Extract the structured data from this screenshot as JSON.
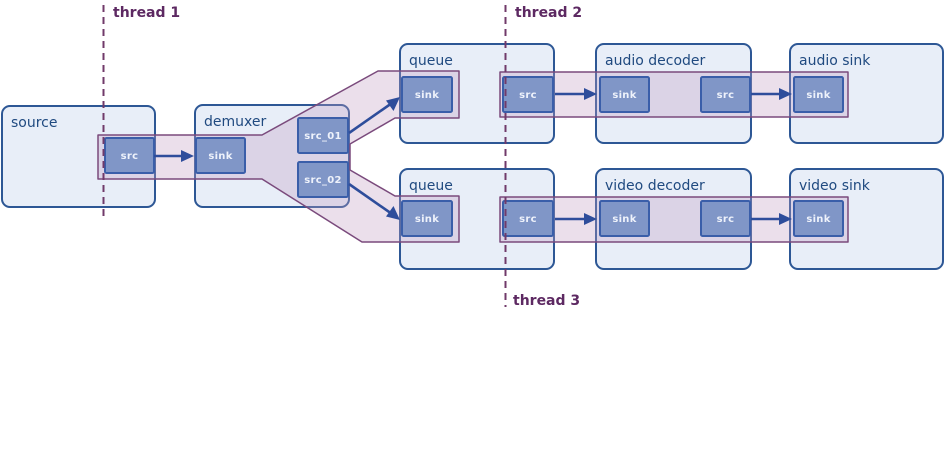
{
  "diagram": {
    "threads": [
      {
        "label": "thread 1"
      },
      {
        "label": "thread 2"
      },
      {
        "label": "thread 3"
      }
    ],
    "elements": [
      {
        "name": "source",
        "label": "source",
        "pads": [
          {
            "label": "src"
          }
        ]
      },
      {
        "name": "demuxer",
        "label": "demuxer",
        "pads": [
          {
            "label": "sink"
          },
          {
            "label": "src_01"
          },
          {
            "label": "src_02"
          }
        ]
      },
      {
        "name": "queue-audio",
        "label": "queue",
        "pads": [
          {
            "label": "sink"
          },
          {
            "label": "src"
          }
        ]
      },
      {
        "name": "audio-decoder",
        "label": "audio decoder",
        "pads": [
          {
            "label": "sink"
          },
          {
            "label": "src"
          }
        ]
      },
      {
        "name": "audio-sink",
        "label": "audio sink",
        "pads": [
          {
            "label": "sink"
          }
        ]
      },
      {
        "name": "queue-video",
        "label": "queue",
        "pads": [
          {
            "label": "sink"
          },
          {
            "label": "src"
          }
        ]
      },
      {
        "name": "video-decoder",
        "label": "video decoder",
        "pads": [
          {
            "label": "sink"
          },
          {
            "label": "src"
          }
        ]
      },
      {
        "name": "video-sink",
        "label": "video sink",
        "pads": [
          {
            "label": "sink"
          }
        ]
      }
    ],
    "colors": {
      "background": "#ffffff",
      "element_fill": "#e8eef8",
      "element_border": "#2d5795",
      "element_label": "#204a80",
      "pad_fill": "#8096c7",
      "pad_border": "#3a5ea9",
      "pad_label": "#eef2fb",
      "thread_band_fill": "#eadced",
      "thread_band_border": "#7a4a7c",
      "arrow": "#2e4d9b",
      "thread_line": "#703a6a",
      "thread_label": "#5d2962"
    }
  }
}
